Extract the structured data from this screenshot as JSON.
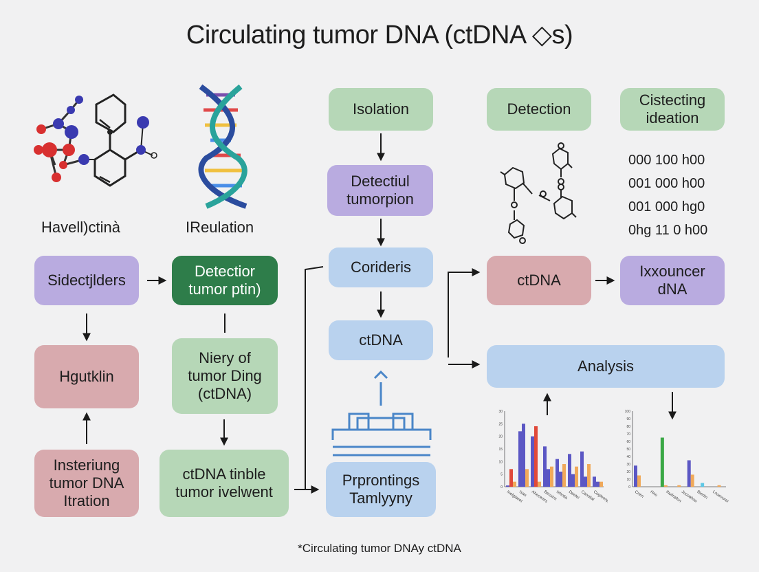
{
  "title": "Circulating tumor DNA (ctDNA ◇s)",
  "labels": {
    "molecule_caption": "Havell)ctinà",
    "dna_caption": "IReulation"
  },
  "boxes": {
    "isolation": "Isolation",
    "detection_top": "Detection",
    "cistecting": "Cistecting\nideation",
    "detectiul": "Detectiul\ntumorpion",
    "corideris": "Corideris",
    "ctdna_mid": "ctDNA",
    "prprontings": "Prprontings\nTamlyyny",
    "sidectjlders": "Sidectjlders",
    "detectior": "Detectior\ntumor ptin)",
    "hgutklin": "Hgutklin",
    "niery": "Niery of\ntumor Ding\n(ctDNA)",
    "insteriung": "Insteriung\ntumor DNA\nItration",
    "ctdna_tinble": "ctDNA tinble\ntumor ivelwent",
    "ctdna_right": "ctDNA",
    "ixxouncer": "Ixxouncer\ndNA",
    "analysis": "Analysis"
  },
  "code_lines": [
    "000 100 h00",
    "001 000 h00",
    "001 000 hg0",
    "0hg 11 0 h00"
  ],
  "footnote": "*Circulating tumor DNAy ctDNA",
  "colors": {
    "green": "#b6d7b7",
    "purple": "#b9abe0",
    "red": "#d8aaae",
    "blue": "#b9d2ee",
    "dark_green": "#2e7d4a",
    "bar_purple": "#5b57c4",
    "bar_red": "#e0493a",
    "bar_orange": "#f0a95a",
    "bar_green": "#3aa845",
    "bar_cyan": "#5ec8e6"
  },
  "chart_data": [
    {
      "type": "bar",
      "ylim": [
        0,
        30
      ],
      "yticks": [
        "0",
        "5",
        "10",
        "15",
        "20",
        "25",
        "30"
      ],
      "categories": [
        "Inelgiaeet",
        "Isan",
        "Ahecenirs",
        "Beroirm",
        "Iehotia",
        "Deetei",
        "Canoliat",
        "Cogteonpy"
      ],
      "series": [
        {
          "values": [
            0.5,
            22,
            20,
            16,
            11,
            13,
            14,
            4
          ]
        },
        {
          "values": [
            7,
            25,
            24,
            7,
            6,
            5,
            4,
            2
          ]
        },
        {
          "values": [
            2,
            7,
            2,
            8,
            9,
            8,
            9,
            2
          ]
        }
      ]
    },
    {
      "type": "bar",
      "ylim": [
        0,
        100
      ],
      "yticks": [
        "0",
        "10",
        "20",
        "30",
        "40",
        "50",
        "60",
        "70",
        "80",
        "90",
        "100"
      ],
      "categories": [
        "Crein",
        "Hno",
        "Ihuilrailon",
        "Jucoahou",
        "Biertin",
        "Lnoevurer"
      ],
      "series": [
        {
          "values": [
            28,
            0,
            65,
            0,
            35,
            5,
            0
          ]
        },
        {
          "values": [
            15,
            0,
            2,
            2,
            16,
            0,
            2
          ]
        }
      ]
    }
  ]
}
